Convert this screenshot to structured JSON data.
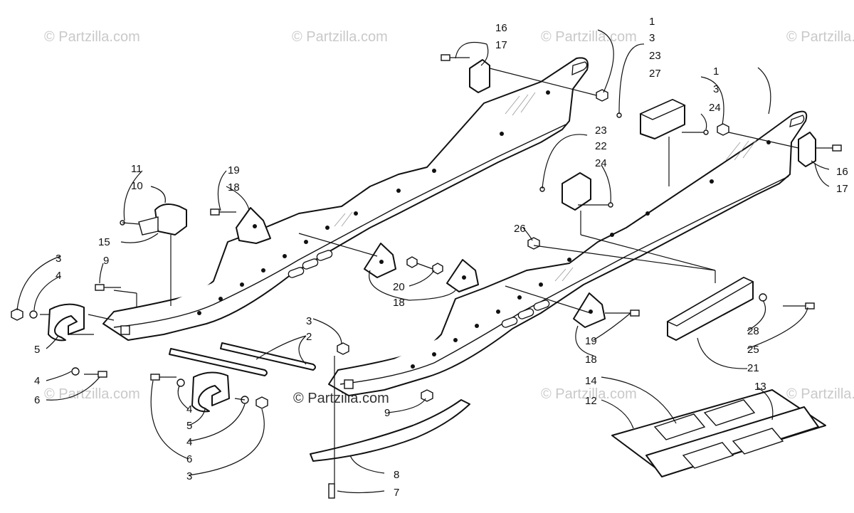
{
  "watermarks": [
    "© Partzilla.com",
    "© Partzilla.com",
    "© Partzilla.com",
    "© Partzilla.com",
    "© Partzilla.com",
    "© Partzilla.com",
    "© Partzilla.com"
  ],
  "center_watermark": "© Partzilla.com",
  "callouts": [
    "1",
    "3",
    "16",
    "17",
    "23",
    "27",
    "1",
    "3",
    "24",
    "16",
    "17",
    "23",
    "22",
    "24",
    "11",
    "10",
    "19",
    "18",
    "15",
    "26",
    "3",
    "4",
    "9",
    "20",
    "18",
    "19",
    "18",
    "28",
    "25",
    "21",
    "5",
    "3",
    "2",
    "4",
    "6",
    "4",
    "5",
    "4",
    "6",
    "3",
    "9",
    "14",
    "12",
    "13",
    "8",
    "7"
  ]
}
